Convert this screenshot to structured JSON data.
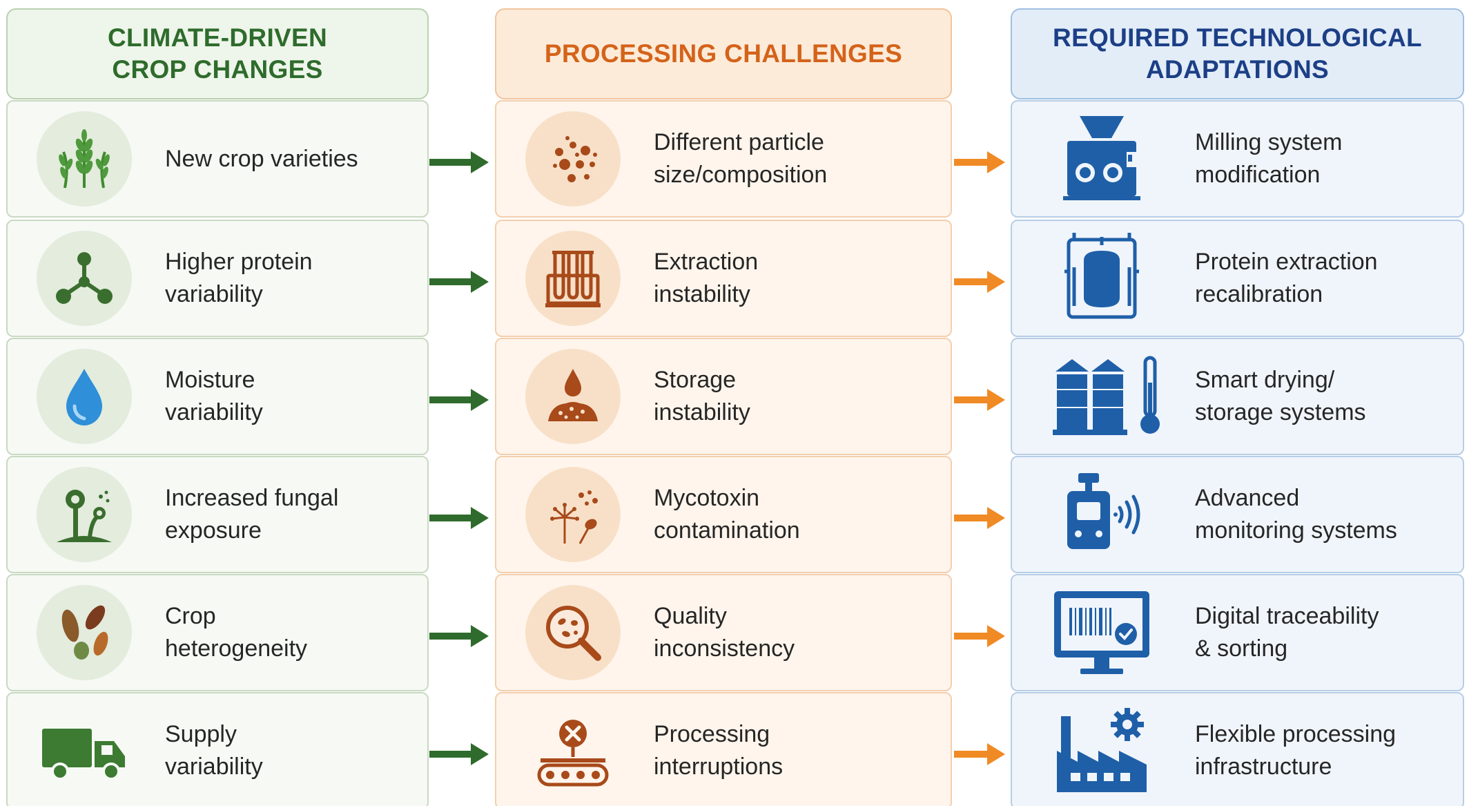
{
  "columns": [
    {
      "header": "CLIMATE-DRIVEN\nCROP CHANGES",
      "color": "#2e6b2c",
      "items": [
        {
          "label": "New crop varieties",
          "icon": "wheat-icon"
        },
        {
          "label": "Higher protein\nvariability",
          "icon": "molecule-icon"
        },
        {
          "label": "Moisture\nvariability",
          "icon": "water-drop-icon"
        },
        {
          "label": "Increased fungal\nexposure",
          "icon": "fungus-icon"
        },
        {
          "label": "Crop\nheterogeneity",
          "icon": "seeds-icon"
        },
        {
          "label": "Supply\nvariability",
          "icon": "truck-icon"
        }
      ]
    },
    {
      "header": "PROCESSING CHALLENGES",
      "color": "#d4631a",
      "items": [
        {
          "label": "Different particle\nsize/composition",
          "icon": "particles-icon"
        },
        {
          "label": "Extraction\ninstability",
          "icon": "test-tubes-icon"
        },
        {
          "label": "Storage\ninstability",
          "icon": "drip-pile-icon"
        },
        {
          "label": "Mycotoxin\ncontamination",
          "icon": "spores-icon"
        },
        {
          "label": "Quality\ninconsistency",
          "icon": "magnifier-icon"
        },
        {
          "label": "Processing\ninterruptions",
          "icon": "conveyor-stop-icon"
        }
      ]
    },
    {
      "header": "REQUIRED TECHNOLOGICAL\nADAPTATIONS",
      "color": "#1c3f86",
      "items": [
        {
          "label": "Milling system\nmodification",
          "icon": "mill-machine-icon"
        },
        {
          "label": "Protein extraction\nrecalibration",
          "icon": "reactor-icon"
        },
        {
          "label": "Smart drying/\nstorage systems",
          "icon": "silo-thermometer-icon"
        },
        {
          "label": "Advanced\nmonitoring systems",
          "icon": "sensor-signal-icon"
        },
        {
          "label": "Digital traceability\n& sorting",
          "icon": "barcode-monitor-icon"
        },
        {
          "label": "Flexible processing\ninfrastructure",
          "icon": "factory-gear-icon"
        }
      ]
    }
  ],
  "arrow_colors": {
    "green": "#2f6b2c",
    "orange": "#f08a24"
  }
}
